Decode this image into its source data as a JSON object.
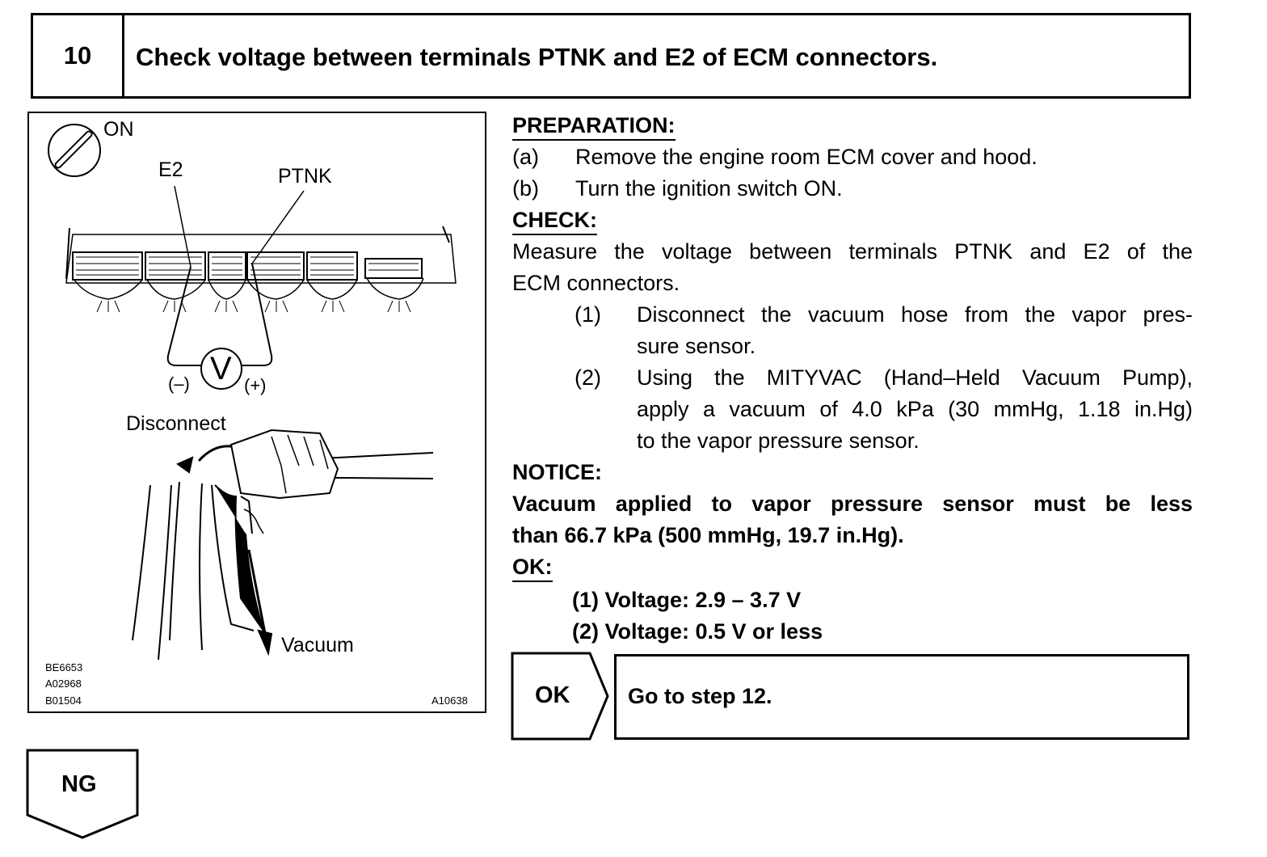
{
  "step": {
    "number": "10",
    "title": "Check voltage between terminals PTNK and E2 of ECM connectors."
  },
  "figure": {
    "ignition_label": "ON",
    "terminal_e2": "E2",
    "terminal_ptnk": "PTNK",
    "volt_symbol": "V",
    "minus_label": "(–)",
    "plus_label": "(+)",
    "disconnect_label": "Disconnect",
    "vacuum_label": "Vacuum",
    "codes": [
      "BE6653",
      "A02968",
      "B01504"
    ],
    "figure_code": "A10638"
  },
  "preparation": {
    "heading": "PREPARATION:",
    "steps": [
      {
        "label": "(a)",
        "text": "Remove the engine room ECM cover and hood."
      },
      {
        "label": "(b)",
        "text": "Turn the ignition switch ON."
      }
    ]
  },
  "check": {
    "heading": "CHECK:",
    "intro_line1": "Measure the voltage between terminals PTNK and E2 of the",
    "intro_line2": "ECM connectors.",
    "substeps": [
      {
        "label": "(1)",
        "line1": "Disconnect the vacuum hose from the vapor pres-",
        "line2": "sure sensor."
      },
      {
        "label": "(2)",
        "line1": "Using the MITYVAC (Hand–Held Vacuum Pump),",
        "line2": "apply a vacuum of 4.0 kPa (30 mmHg, 1.18 in.Hg)",
        "line3": "to the vapor pressure sensor."
      }
    ]
  },
  "notice": {
    "heading": "NOTICE:",
    "line1": "Vacuum applied to vapor pressure sensor must be less",
    "line2": "than 66.7 kPa (500 mmHg, 19.7 in.Hg)."
  },
  "ok_spec": {
    "heading": "OK:",
    "items": [
      "(1) Voltage: 2.9 – 3.7 V",
      "(2) Voltage: 0.5 V or less"
    ]
  },
  "result_ok": {
    "tag": "OK",
    "text": "Go to step 12."
  },
  "result_ng": {
    "tag": "NG"
  }
}
